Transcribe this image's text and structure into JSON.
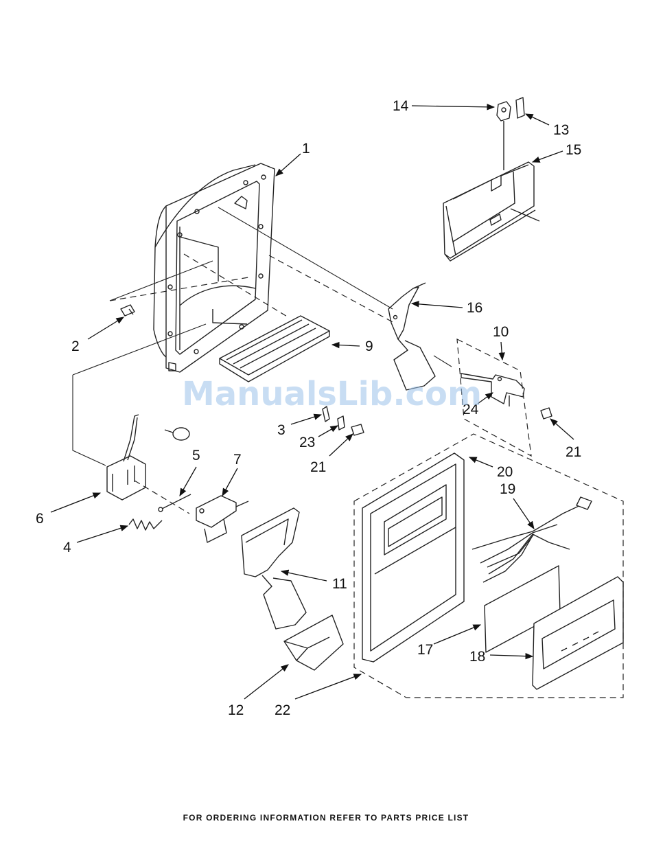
{
  "watermark": "ManualsLib.com",
  "footer": "FOR ORDERING INFORMATION REFER TO PARTS PRICE LIST",
  "callouts": {
    "c1": "1",
    "c2": "2",
    "c3": "3",
    "c4": "4",
    "c5": "5",
    "c6": "6",
    "c7": "7",
    "c9": "9",
    "c10": "10",
    "c11": "11",
    "c12": "12",
    "c13": "13",
    "c14": "14",
    "c15": "15",
    "c16": "16",
    "c17": "17",
    "c18": "18",
    "c19": "19",
    "c20": "20",
    "c21a": "21",
    "c21b": "21",
    "c22": "22",
    "c23": "23",
    "c24": "24"
  }
}
